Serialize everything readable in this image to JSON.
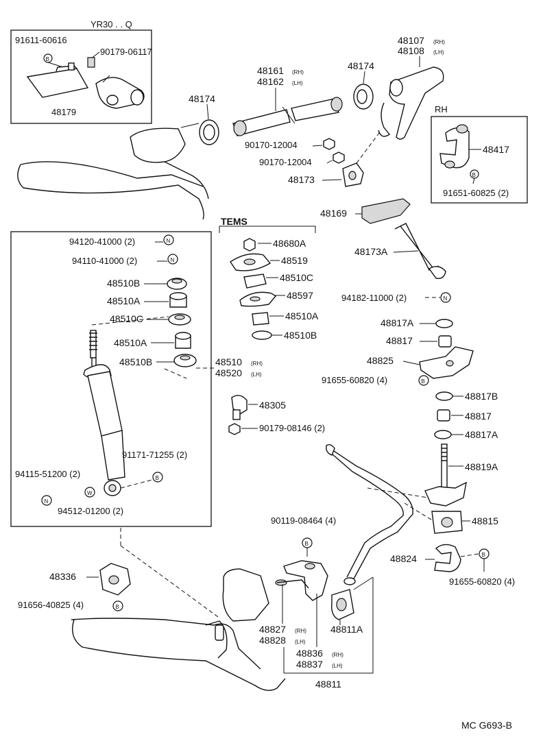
{
  "headers": {
    "inset_top_title": "YR30 . . Q",
    "inset_rh_title": "RH",
    "tems_title": "TEMS"
  },
  "labels": {
    "p91611_60616": "91611-60616",
    "p90179_06117": "90179-06117",
    "p48179": "48179",
    "p48174_a": "48174",
    "p48161": "48161",
    "p48161_side": "(RH)",
    "p48162": "48162",
    "p48162_side": "(LH)",
    "p48174_b": "48174",
    "p48107": "48107",
    "p48107_side": "(RH)",
    "p48108": "48108",
    "p48108_side": "(LH)",
    "p90170_a": "90170-12004",
    "p90170_b": "90170-12004",
    "p48173": "48173",
    "p48417": "48417",
    "p91651_60825": "91651-60825 (2)",
    "p48169": "48169",
    "p48173A": "48173A",
    "p94182": "94182-11000 (2)",
    "p94120": "94120-41000 (2)",
    "p94110": "94110-41000 (2)",
    "p48510B_a": "48510B",
    "p48510A_a": "48510A",
    "p48510C_a": "48510C",
    "p48510A_b": "48510A",
    "p48510B_b": "48510B",
    "p48510": "48510",
    "p48510_side": "(RH)",
    "p48520": "48520",
    "p48520_side": "(LH)",
    "p48680A": "48680A",
    "p48519": "48519",
    "p48510C_b": "48510C",
    "p48597": "48597",
    "p48510A_c": "48510A",
    "p48510B_c": "48510B",
    "p48817A_a": "48817A",
    "p48817_a": "48817",
    "p48825": "48825",
    "p91655_a": "91655-60820 (4)",
    "p48305": "48305",
    "p90179_08146": "90179-08146 (2)",
    "p48817B": "48817B",
    "p48817_b": "48817",
    "p48817A_b": "48817A",
    "p48819A": "48819A",
    "p91171": "91171-71255 (2)",
    "p94115": "94115-51200 (2)",
    "p94512": "94512-01200 (2)",
    "p48815": "48815",
    "p48824": "48824",
    "p91655_b": "91655-60820 (4)",
    "p90119": "90119-08464 (4)",
    "p48336": "48336",
    "p91656": "91656-40825 (4)",
    "p48827": "48827",
    "p48827_side": "(RH)",
    "p48828": "48828",
    "p48828_side": "(LH)",
    "p48811A": "48811A",
    "p48836": "48836",
    "p48836_side": "(RH)",
    "p48837": "48837",
    "p48837_side": "(LH)",
    "p48811": "48811",
    "code": "MC G693-B"
  },
  "symbols": {
    "B": "B",
    "N": "N",
    "W": "W"
  }
}
